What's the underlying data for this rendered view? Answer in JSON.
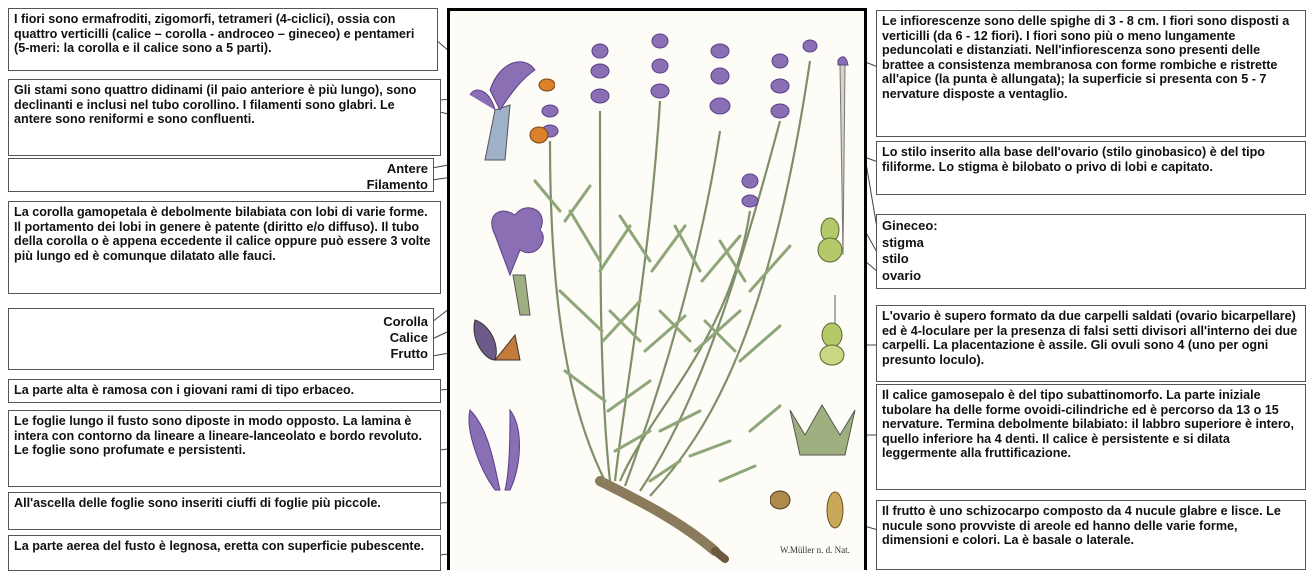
{
  "left": {
    "flowers": "I fiori sono ermafroditi, zigomorfi, tetrameri (4-ciclici), ossia con quattro verticilli (calice – corolla - androceo – gineceo) e pentameri (5-meri: la corolla e il calice sono a 5 parti).",
    "stamens": "Gli stami sono quattro didinami (il paio anteriore è più lungo), sono declinanti e inclusi nel tubo corollino. I filamenti sono glabri. Le antere sono reniformi e sono confluenti.",
    "antere": "Antere",
    "filamento": "Filamento",
    "corolla_text": "La corolla gamopetala è debolmente bilabiata con lobi di varie forme. Il portamento dei lobi in genere è patente (diritto e/o diffuso). Il tubo della corolla o è appena eccedente il calice oppure può essere 3 volte più lungo ed è comunque dilatato alle fauci.",
    "corolla": "Corolla",
    "calice": "Calice",
    "frutto": "Frutto",
    "upper": "La parte alta è ramosa con i giovani rami di tipo erbaceo.",
    "leaves": "Le foglie lungo il fusto sono diposte in modo opposto. La lamina è intera con contorno da lineare a lineare-lanceolato e bordo revoluto. Le foglie sono profumate e persistenti.",
    "axil": "All'ascella delle foglie sono inseriti ciuffi di foglie più piccole.",
    "stem": "La parte aerea del fusto è legnosa, eretta con superficie pubescente."
  },
  "right": {
    "inflor": "Le infiorescenze sono delle spighe di 3 - 8 cm. I fiori sono disposti a verticilli (da 6 - 12 fiori). I fiori sono più o meno lungamente peduncolati e distanziati. Nell'infiorescenza sono presenti delle brattee a consistenza membranosa con forme rombiche e ristrette all'apice (la punta è allungata); la superficie si presenta con 5 - 7 nervature disposte a ventaglio.",
    "style": "Lo stilo inserito alla base dell'ovario (stilo ginobasico) è del tipo filiforme. Lo stigma è bilobato o privo di lobi e capitato.",
    "gineceo": "Gineceo:",
    "stigma": "stigma",
    "stilo": "stilo",
    "ovario": "ovario",
    "ovary": "L'ovario è supero formato da due carpelli saldati (ovario bicarpellare) ed è 4-loculare per la presenza di falsi setti divisori all'interno dei due carpelli. La placentazione è assile. Gli ovuli sono 4 (uno per ogni presunto loculo).",
    "calyx": "Il calice gamosepalo è del tipo subattinomorfo. La parte iniziale tubolare ha delle forme ovoidi-cilindriche ed è percorso da 13 o 15 nervature. Termina debolmente bilabiato: il labbro superiore è intero, quello inferiore ha 4 denti. Il calice è persistente e si dilata leggermente alla fruttificazione.",
    "fruit": "Il frutto è uno schizocarpo composto da 4 nucule glabre e lisce. Le nucule sono provviste di areole ed hanno delle varie forme, dimensioni e colori. La è basale o laterale."
  },
  "plate": {
    "signature": "W.Müller n. d. Nat."
  },
  "colors": {
    "flower": "#8a6fb5",
    "flower_dark": "#5a3f8a",
    "leaf": "#8fa57a",
    "stem": "#7f8f6a",
    "wood": "#8b7a5c",
    "anther": "#d9822b",
    "ovary": "#b5c96a"
  }
}
